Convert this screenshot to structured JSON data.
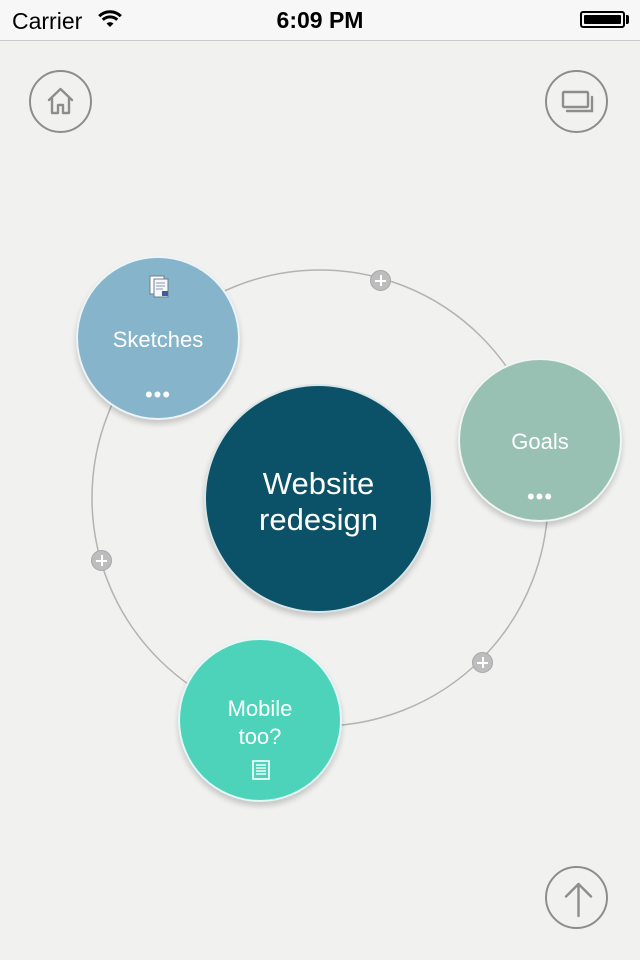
{
  "status_bar": {
    "carrier": "Carrier",
    "time": "6:09 PM",
    "battery_level": 1.0
  },
  "toolbar": {
    "home_icon": "home-icon",
    "stack_icon": "stacked-windows-icon",
    "up_icon": "up-arrow-icon"
  },
  "mindmap": {
    "center": {
      "label_line1": "Website",
      "label_line2": "redesign",
      "color": "#0b5268"
    },
    "nodes": [
      {
        "id": "sketches",
        "label": "Sketches",
        "color": "#86b4ca",
        "icon": "document-thumbnail-icon",
        "more": "•••"
      },
      {
        "id": "goals",
        "label": "Goals",
        "color": "#98c1b4",
        "more": "•••"
      },
      {
        "id": "mobile",
        "label_line1": "Mobile",
        "label_line2": "too?",
        "color": "#4ed3bb",
        "icon": "note-icon"
      }
    ],
    "add_icon": "plus-icon"
  }
}
